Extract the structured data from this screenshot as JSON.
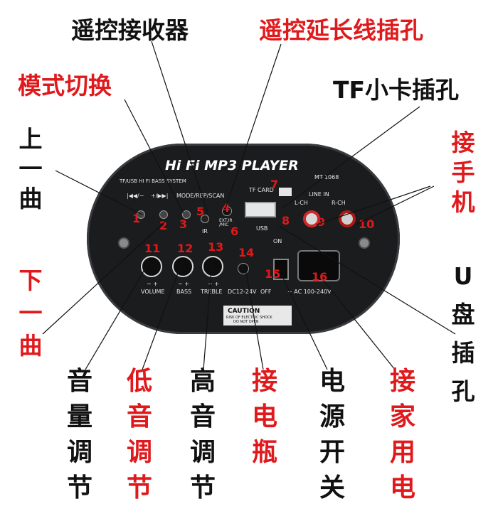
{
  "labels": {
    "remote_receiver": "遥控接收器",
    "remote_ext": "遥控延长线插孔",
    "mode_switch": "模式切换",
    "tf_card": "TF小卡插孔",
    "prev_track": "上一曲",
    "phone": "接手机",
    "usb_disk": "U盘插孔",
    "next_track": "下一曲",
    "volume": "音量调节",
    "bass": "低音调节",
    "treble": "高音调节",
    "battery": "接电瓶",
    "power_switch": "电源开关",
    "mains": "接家用电"
  },
  "board": {
    "title": "Hi Fi  MP3 PLAYER",
    "subtitle": "TF/USB HI FI BASS SYSTEM",
    "model": "MT-1068",
    "mode_text": "MODE/REP/SCAN",
    "prev_sym": "|◀◀/−",
    "next_sym": "+/▶▶|",
    "ir": "IR",
    "ext_ir": "EXT.IR /MIC",
    "tf_card": "TF CARD",
    "usb": "USB",
    "line_in": "LINE IN",
    "lch": "L-CH",
    "rch": "R-CH",
    "on": "ON",
    "off": "OFF",
    "volume": "VOLUME",
    "bass": "BASS",
    "treble": "TREBLE",
    "dc": "DC12-24V",
    "ac": "~ AC 100-240V",
    "caution": "CAUTION",
    "caution_sub1": "RISK OF ELECTRIC SHOCK",
    "caution_sub2": "DO NOT OPEN",
    "plusminus": "−    +"
  },
  "numbers": [
    "1",
    "2",
    "3",
    "4",
    "5",
    "6",
    "7",
    "8",
    "9",
    "10",
    "11",
    "12",
    "13",
    "14",
    "15",
    "16"
  ],
  "colors": {
    "red": "#e0191c",
    "black": "#111111",
    "board": "#1b1c1e"
  }
}
